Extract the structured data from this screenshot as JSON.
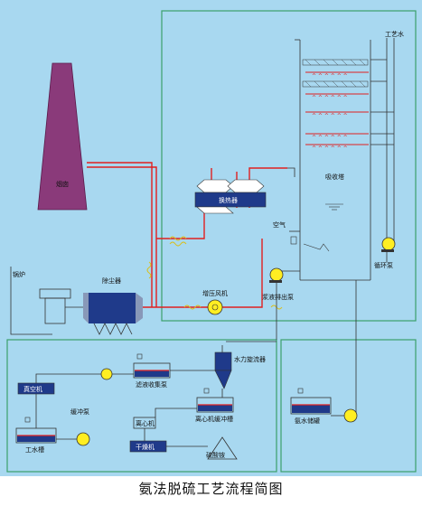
{
  "caption": "氨法脱硫工艺流程简图",
  "colors": {
    "background": "#a8d8f0",
    "frame": "#3aa06a",
    "pipe_red": "#e02020",
    "chimney": "#8a3a7a",
    "vessel_blue": "#1f3a8a",
    "pump_yellow": "#ffee22",
    "liquid_red": "#e02020"
  },
  "labels": {
    "chimney": "烟囱",
    "boiler": "锅炉",
    "dust_collector": "除尘器",
    "booster_fan": "增压风机",
    "heat_exchanger": "换热器",
    "absorber": "吸收塔",
    "process_water": "工艺水",
    "air": "空气",
    "circulation_pump": "循环泵",
    "slurry_discharge_pump": "浆液排出泵",
    "hydrocyclone": "水力旋流器",
    "filtrate_pump": "滤液收集泵",
    "vacuum_filter": "真空机",
    "centrifuge_tank": "离心机缓冲槽",
    "centrifuge": "离心机",
    "buffer_pump": "缓冲泵",
    "water_tank": "工水槽",
    "dryer": "干燥机",
    "ammonium_sulfate": "硫酸铵",
    "ammonia_tank": "氨水储罐"
  }
}
